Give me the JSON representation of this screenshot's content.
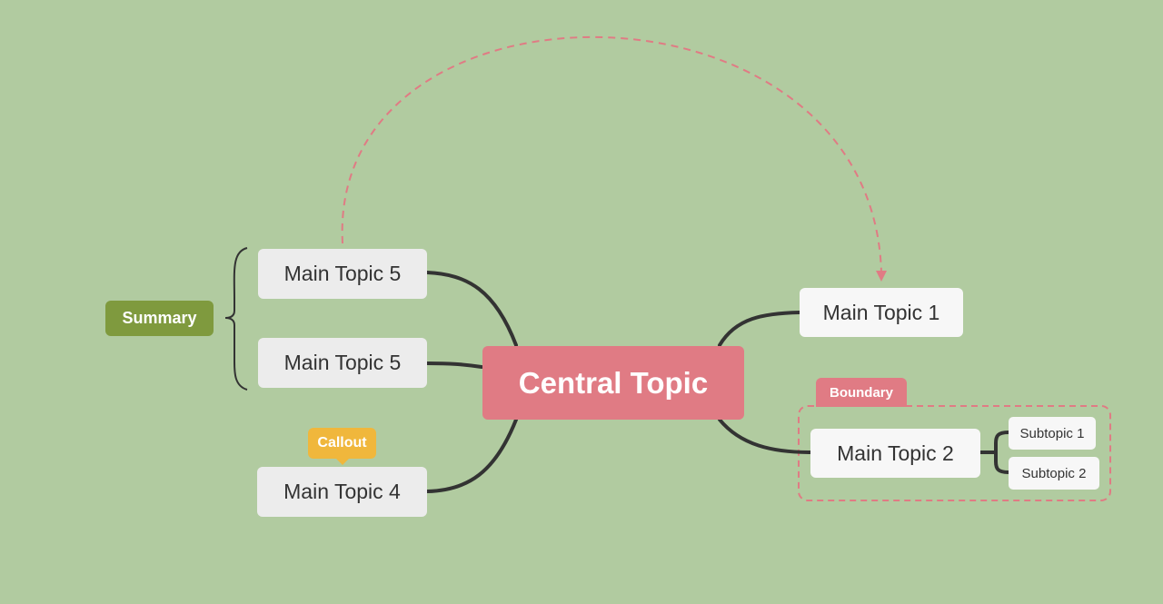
{
  "colors": {
    "background": "#b1cba0",
    "central": "#e07b84",
    "summary": "#7f9a3e",
    "callout": "#f0b73c",
    "boundary": "#e07b84",
    "relationship": "#e07b84",
    "connector": "#333333"
  },
  "central": {
    "label": "Central Topic"
  },
  "topics": {
    "topic1": {
      "label": "Main Topic 1"
    },
    "topic2": {
      "label": "Main Topic 2"
    },
    "topic4": {
      "label": "Main Topic 4"
    },
    "topic5a": {
      "label": "Main Topic 5"
    },
    "topic5b": {
      "label": "Main Topic 5"
    }
  },
  "subtopics": [
    "Subtopic 1",
    "Subtopic 2"
  ],
  "summary": {
    "label": "Summary"
  },
  "callout": {
    "label": "Callout"
  },
  "boundary": {
    "label": "Boundary"
  }
}
